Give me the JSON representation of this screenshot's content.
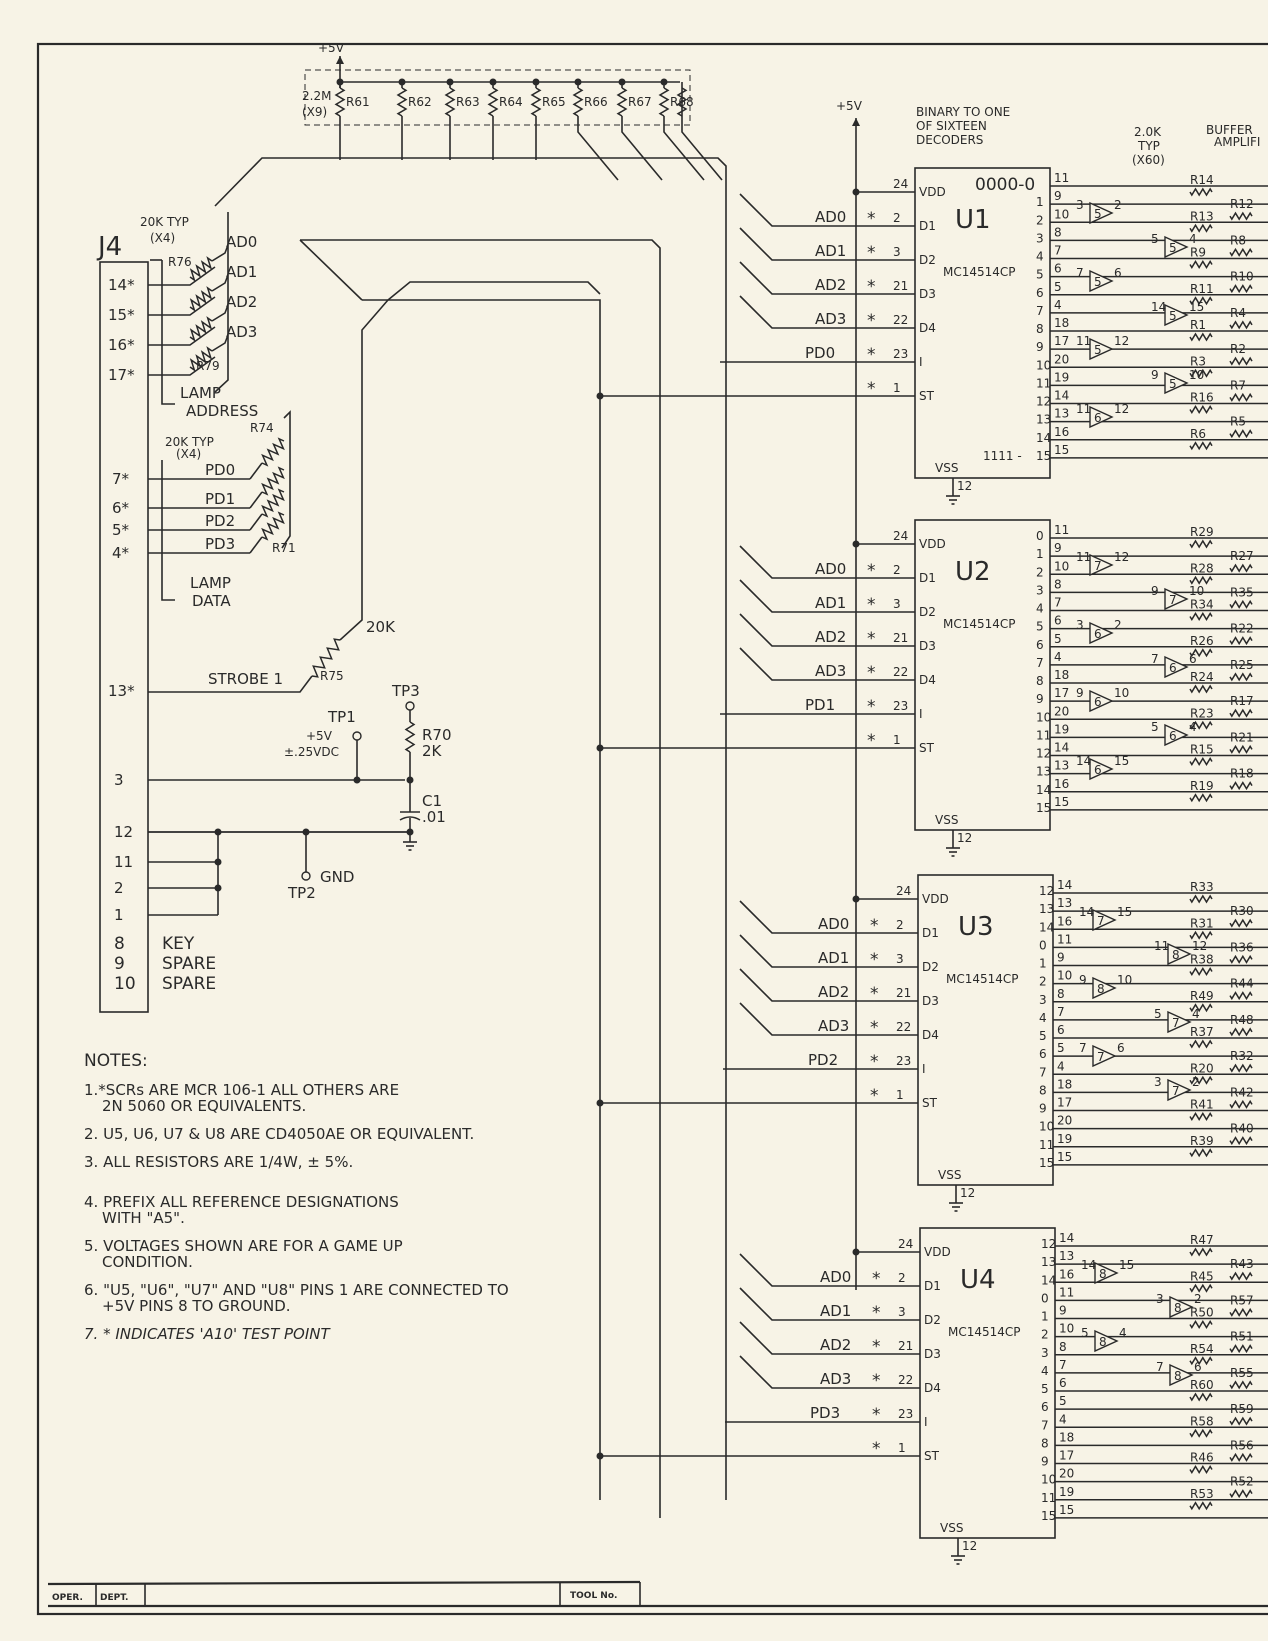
{
  "power": {
    "vcc_label": "+5V"
  },
  "pullups": {
    "value_label": "2.2M",
    "qty_label": "(X9)",
    "refs": [
      "R61",
      "R62",
      "R63",
      "R64",
      "R65",
      "R66",
      "R67",
      "R68"
    ]
  },
  "connector": {
    "name": "J4",
    "address_resistors": {
      "value_label": "20K TYP",
      "qty_label": "(X4)",
      "first_ref": "R76",
      "last_ref": "R79"
    },
    "address_pins": [
      {
        "pin": "14*",
        "signal": "AD0"
      },
      {
        "pin": "15*",
        "signal": "AD1"
      },
      {
        "pin": "16*",
        "signal": "AD2"
      },
      {
        "pin": "17*",
        "signal": "AD3"
      }
    ],
    "address_group": [
      "LAMP",
      "ADDRESS"
    ],
    "data_resistors": {
      "value_label": "20K TYP",
      "qty_label": "(X4)",
      "first_ref": "R74",
      "last_ref": "R71"
    },
    "data_pins": [
      {
        "pin": "7*",
        "signal": "PD0"
      },
      {
        "pin": "6*",
        "signal": "PD1"
      },
      {
        "pin": "5*",
        "signal": "PD2"
      },
      {
        "pin": "4*",
        "signal": "PD3"
      }
    ],
    "data_group": [
      "LAMP",
      "DATA"
    ],
    "strobe": {
      "pin": "13*",
      "signal": "STROBE 1",
      "ref": "R75",
      "value": "20K"
    },
    "other_pins": [
      "3",
      "12",
      "11",
      "2",
      "1"
    ],
    "spare_pins": [
      {
        "pin": "8",
        "label": "KEY"
      },
      {
        "pin": "9",
        "label": "SPARE"
      },
      {
        "pin": "10",
        "label": "SPARE"
      }
    ]
  },
  "test_points": {
    "tp1": {
      "name": "TP1",
      "v1": "+5V",
      "v2": "±.25VDC"
    },
    "tp2": {
      "name": "TP2",
      "label": "GND"
    },
    "tp3": {
      "name": "TP3"
    },
    "r70": {
      "ref": "R70",
      "value": "2K"
    },
    "c1": {
      "ref": "C1",
      "value": ".01"
    }
  },
  "decoder_header": {
    "line1": "BINARY TO ONE",
    "line2": "OF SIXTEEN",
    "line3": "DECODERS"
  },
  "output_res_header": {
    "line1": "2.0K",
    "line2": "TYP",
    "line3": "(X60)"
  },
  "buffer_header": {
    "line1": "BUFFER",
    "line2": "AMPLIFI"
  },
  "decoders": [
    {
      "name": "U1",
      "part": "MC14514CP",
      "data_in": "PD0",
      "top_label": "0000-0",
      "bottom_label": "1111 -",
      "out_left": [
        "11",
        "9",
        "10",
        "8",
        "7",
        "6",
        "5",
        "4",
        "18",
        "17",
        "20",
        "19",
        "14",
        "13",
        "16",
        "15"
      ],
      "out_right": [
        "",
        "1",
        "2",
        "3",
        "4",
        "5",
        "6",
        "7",
        "8",
        "9",
        "10",
        "11",
        "12",
        "13",
        "14",
        "15"
      ],
      "buffers": [
        {
          "in": "3",
          "chip": "5",
          "out": "2"
        },
        {
          "in": "5",
          "chip": "5",
          "out": "4"
        },
        {
          "in": "7",
          "chip": "5",
          "out": "6"
        },
        {
          "in": "14",
          "chip": "5",
          "out": "15"
        },
        {
          "in": "11",
          "chip": "5",
          "out": "12"
        },
        {
          "in": "9",
          "chip": "5",
          "out": "10"
        },
        {
          "in": "11",
          "chip": "6",
          "out": "12"
        }
      ],
      "resistors": [
        "R14",
        "R12",
        "R13",
        "R8",
        "R9",
        "R10",
        "R11",
        "R4",
        "R1",
        "R2",
        "R3",
        "R7",
        "R16",
        "R5",
        "R6"
      ]
    },
    {
      "name": "U2",
      "part": "MC14514CP",
      "data_in": "PD1",
      "out_left": [
        "11",
        "9",
        "10",
        "8",
        "7",
        "6",
        "5",
        "4",
        "18",
        "17",
        "20",
        "19",
        "14",
        "13",
        "16",
        "15"
      ],
      "out_right": [
        "0",
        "1",
        "2",
        "3",
        "4",
        "5",
        "6",
        "7",
        "8",
        "9",
        "10",
        "11",
        "12",
        "13",
        "14",
        "15"
      ],
      "buffers": [
        {
          "in": "11",
          "chip": "7",
          "out": "12"
        },
        {
          "in": "9",
          "chip": "7",
          "out": "10"
        },
        {
          "in": "3",
          "chip": "6",
          "out": "2"
        },
        {
          "in": "7",
          "chip": "6",
          "out": "6"
        },
        {
          "in": "9",
          "chip": "6",
          "out": "10"
        },
        {
          "in": "5",
          "chip": "6",
          "out": "4"
        },
        {
          "in": "14",
          "chip": "6",
          "out": "15"
        }
      ],
      "resistors": [
        "R29",
        "R27",
        "R28",
        "R35",
        "R34",
        "R22",
        "R26",
        "R25",
        "R24",
        "R17",
        "R23",
        "R21",
        "R15",
        "R18",
        "R19"
      ]
    },
    {
      "name": "U3",
      "part": "MC14514CP",
      "data_in": "PD2",
      "out_left": [
        "14",
        "13",
        "16",
        "11",
        "9",
        "10",
        "8",
        "7",
        "6",
        "5",
        "4",
        "18",
        "17",
        "20",
        "19",
        "15"
      ],
      "out_right": [
        "12",
        "13",
        "14",
        "0",
        "1",
        "2",
        "3",
        "4",
        "5",
        "6",
        "7",
        "8",
        "9",
        "10",
        "11",
        "15"
      ],
      "buffers": [
        {
          "in": "14",
          "chip": "7",
          "out": "15"
        },
        {
          "in": "11",
          "chip": "8",
          "out": "12"
        },
        {
          "in": "9",
          "chip": "8",
          "out": "10"
        },
        {
          "in": "5",
          "chip": "7",
          "out": "4"
        },
        {
          "in": "7",
          "chip": "7",
          "out": "6"
        },
        {
          "in": "3",
          "chip": "7",
          "out": "2"
        }
      ],
      "resistors": [
        "R33",
        "R30",
        "R31",
        "R36",
        "R38",
        "R44",
        "R49",
        "R48",
        "R37",
        "R32",
        "R20",
        "R42",
        "R41",
        "R40",
        "R39"
      ]
    },
    {
      "name": "U4",
      "part": "MC14514CP",
      "data_in": "PD3",
      "out_left": [
        "14",
        "13",
        "16",
        "11",
        "9",
        "10",
        "8",
        "7",
        "6",
        "5",
        "4",
        "18",
        "17",
        "20",
        "19",
        "15"
      ],
      "out_right": [
        "12",
        "13",
        "14",
        "0",
        "1",
        "2",
        "3",
        "4",
        "5",
        "6",
        "7",
        "8",
        "9",
        "10",
        "11",
        "15"
      ],
      "buffers": [
        {
          "in": "14",
          "chip": "8",
          "out": "15"
        },
        {
          "in": "3",
          "chip": "8",
          "out": "2"
        },
        {
          "in": "5",
          "chip": "8",
          "out": "4"
        },
        {
          "in": "7",
          "chip": "8",
          "out": "6"
        }
      ],
      "resistors": [
        "R47",
        "R43",
        "R45",
        "R57",
        "R50",
        "R51",
        "R54",
        "R55",
        "R60",
        "R59",
        "R58",
        "R56",
        "R46",
        "R52",
        "R53"
      ]
    }
  ],
  "decoder_pins": {
    "vdd": "VDD",
    "vss": "VSS",
    "d1": "D1",
    "d2": "D2",
    "d3": "D3",
    "d4": "D4",
    "inh": "I",
    "st": "ST",
    "vdd_pin": "24",
    "vss_pin": "12",
    "d1_pin": "2",
    "d2_pin": "3",
    "d3_pin": "21",
    "d4_pin": "22",
    "inh_pin": "23",
    "st_pin": "1",
    "star": "*"
  },
  "address_signals": [
    "AD0",
    "AD1",
    "AD2",
    "AD3"
  ],
  "notes": {
    "title": "NOTES:",
    "items": [
      [
        "1.*SCRs ARE MCR 106-1 ALL OTHERS ARE",
        "2N 5060 OR EQUIVALENTS."
      ],
      [
        "2. U5, U6, U7 & U8 ARE CD4050AE OR EQUIVALENT."
      ],
      [
        "3. ALL RESISTORS ARE 1/4W, ± 5%."
      ],
      [
        "4. PREFIX ALL REFERENCE DESIGNATIONS",
        "WITH \"A5\"."
      ],
      [
        "5. VOLTAGES SHOWN ARE FOR A GAME UP",
        "CONDITION."
      ],
      [
        "6. \"U5, \"U6\", \"U7\" AND \"U8\" PINS 1 ARE CONNECTED TO",
        "+5V PINS 8 TO GROUND."
      ],
      [
        "7. * INDICATES 'A10' TEST POINT"
      ]
    ]
  },
  "title_block": {
    "oper": "OPER.",
    "dept": "DEPT.",
    "tool": "TOOL No."
  }
}
